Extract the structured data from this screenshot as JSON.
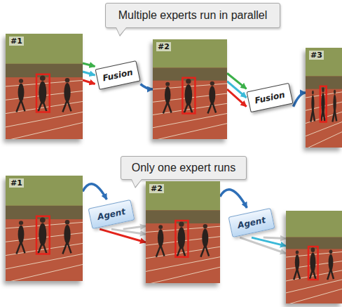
{
  "diagram": {
    "nodes": [
      {
        "text": [
          "Multiple experts run in parallel"
        ]
      },
      {
        "text": [
          "#1"
        ]
      },
      {
        "text": [
          "Fusion"
        ]
      },
      {
        "text": [
          "#2"
        ]
      },
      {
        "text": [
          "Fusion"
        ]
      },
      {
        "text": [
          "#3"
        ]
      },
      {
        "text": [
          "Only one expert runs"
        ]
      },
      {
        "text": [
          "#1"
        ]
      },
      {
        "text": [
          "Agent"
        ]
      },
      {
        "text": [
          "#2"
        ]
      },
      {
        "text": [
          "Agent"
        ]
      }
    ],
    "edges": [
      {
        "from": 1,
        "to": 2,
        "arrow": "to"
      },
      {
        "from": 1,
        "to": 2,
        "arrow": "to"
      },
      {
        "from": 1,
        "to": 2,
        "arrow": "to"
      },
      {
        "from": 2,
        "to": 3,
        "arrow": "to"
      },
      {
        "from": 3,
        "to": 4,
        "arrow": "to"
      },
      {
        "from": 3,
        "to": 4,
        "arrow": "to"
      },
      {
        "from": 3,
        "to": 4,
        "arrow": "to"
      },
      {
        "from": 4,
        "to": 5,
        "arrow": "to"
      },
      {
        "from": 7,
        "to": 8,
        "arrow": "to"
      },
      {
        "from": 8,
        "to": 9,
        "arrow": "to"
      },
      {
        "from": 8,
        "to": 9,
        "arrow": "to"
      },
      {
        "from": 8,
        "to": 9,
        "arrow": "to"
      },
      {
        "from": 9,
        "to": 10,
        "arrow": "to"
      }
    ]
  }
}
